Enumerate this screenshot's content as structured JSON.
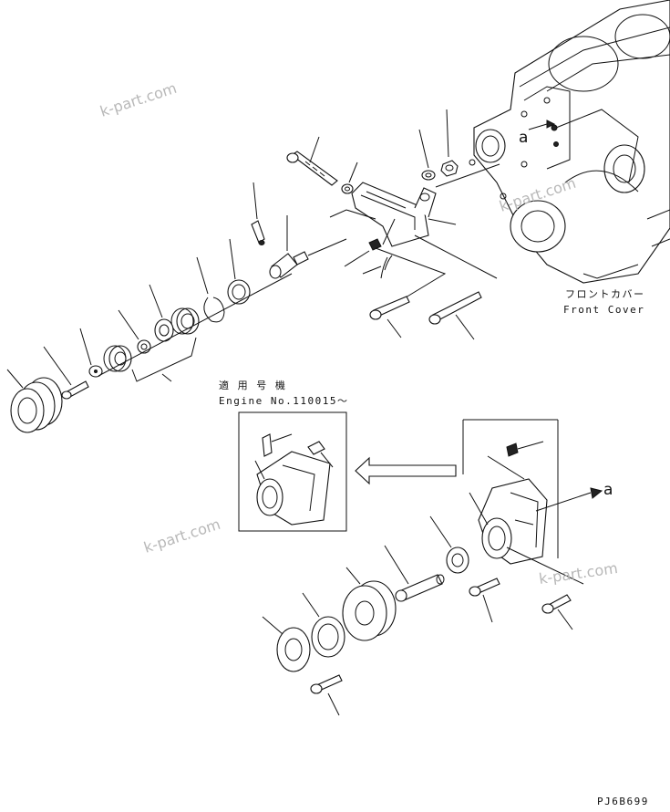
{
  "labels": {
    "front_cover_jp": "フロントカバー",
    "front_cover_en": "Front Cover",
    "applicable_jp": "適 用 号 機",
    "engine_serial": "Engine No.110015～",
    "view_marker": "a",
    "drawing_code": "PJ6B699"
  },
  "watermarks": [
    "k-part.com",
    "k-part.com",
    "k-part.com",
    "k-part.com"
  ]
}
